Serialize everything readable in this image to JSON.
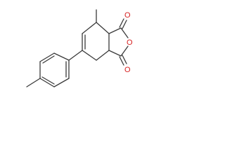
{
  "structure": {
    "atoms": {
      "o_carbonyl_top": "O",
      "o_ring": "O",
      "o_carbonyl_bottom": "O"
    },
    "colors": {
      "bond": "#3a3a3a",
      "oxygen": "#d62020",
      "background": "#ffffff"
    }
  }
}
